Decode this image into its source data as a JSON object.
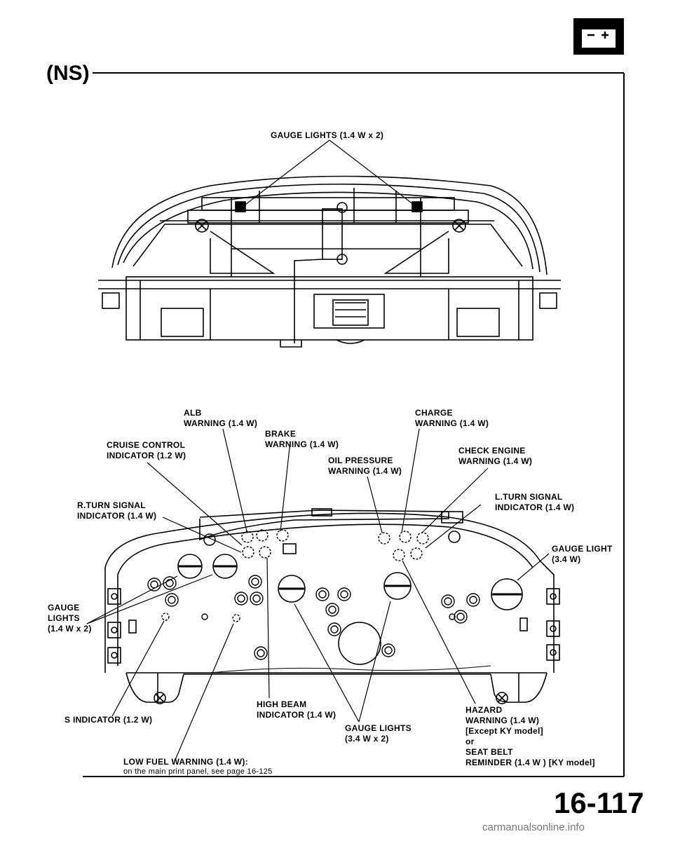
{
  "header": {
    "label": "(NS)"
  },
  "page_number": "16-117",
  "watermark": "carmanualsonline.info",
  "top_figure": {
    "callouts": {
      "gauge_lights": "GAUGE LIGHTS (1.4 W x 2)"
    }
  },
  "bottom_figure": {
    "callouts": {
      "alb": "ALB\nWARNING (1.4 W)",
      "charge": "CHARGE\nWARNING (1.4 W)",
      "brake": "BRAKE\nWARNING (1.4 W)",
      "cruise": "CRUISE CONTROL\nINDICATOR (1.2 W)",
      "check_engine": "CHECK ENGINE\nWARNING (1.4 W)",
      "oil_pressure": "OIL PRESSURE\nWARNING (1.4 W)",
      "l_turn": "L.TURN SIGNAL\nINDICATOR (1.4 W)",
      "r_turn": "R.TURN SIGNAL\nINDICATOR (1.4 W)",
      "gauge_light_right": "GAUGE LIGHT\n(3.4 W)",
      "gauge_lights_left": "GAUGE\nLIGHTS\n(1.4 W x 2)",
      "s_indicator": "S INDICATOR (1.2 W)",
      "high_beam": "HIGH BEAM\nINDICATOR (1.4 W)",
      "gauge_lights_bottom": "GAUGE LIGHTS\n(3.4 W x 2)",
      "hazard": "HAZARD\nWARNING (1.4 W)\n[Except KY model]\nor\nSEAT BELT\nREMINDER (1.4 W ) [KY model]",
      "low_fuel_title": "LOW FUEL WARNING (1.4 W):",
      "low_fuel_note": "on the main print panel, see page 16-125"
    }
  },
  "icons": {
    "corner": "battery-icon"
  }
}
